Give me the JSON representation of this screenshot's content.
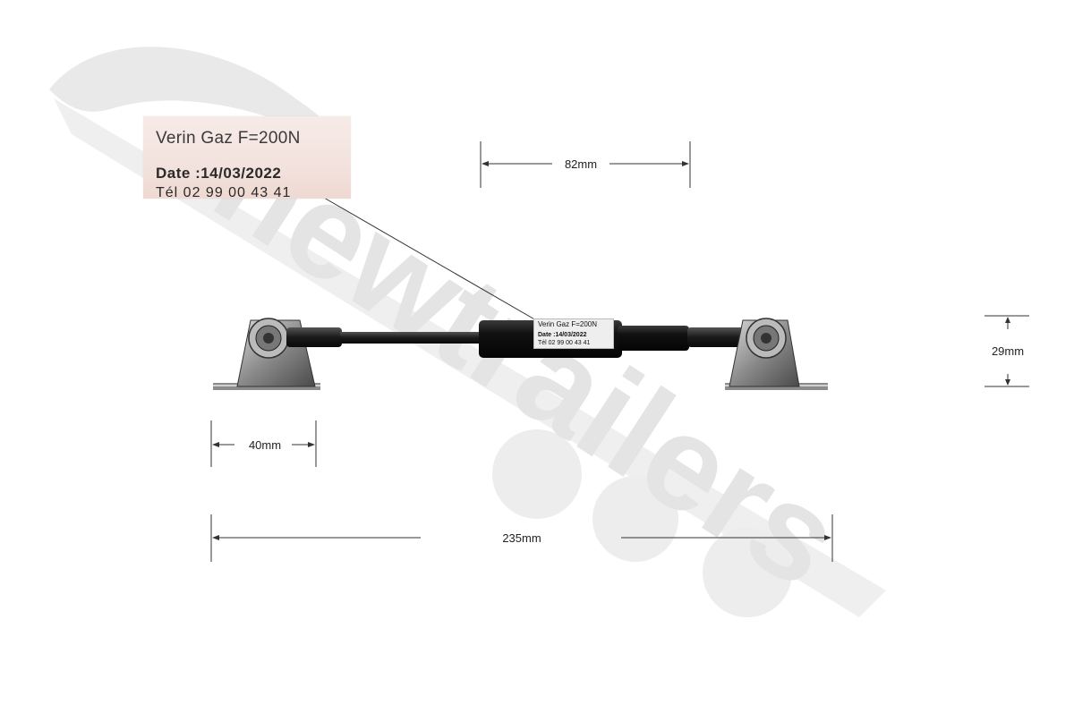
{
  "watermark": {
    "brand_text": "newtrailers"
  },
  "label_zoom": {
    "line1": "Verin Gaz F=200N",
    "line2": "Date :14/03/2022",
    "line3": "Tél 02 99 00 43 41"
  },
  "label_small": {
    "line1": "Verin Gaz F=200N",
    "line2": "Date :14/03/2022",
    "line3": "Tél 02 99 00 43 41"
  },
  "dimensions": {
    "stroke_length": "82mm",
    "height": "29mm",
    "bracket_width": "40mm",
    "overall_length": "235mm"
  },
  "colors": {
    "watermark": "#e4e4e4",
    "cylinder": "#141414",
    "bracket": "#9a9a9a",
    "dim_line": "#333333"
  }
}
